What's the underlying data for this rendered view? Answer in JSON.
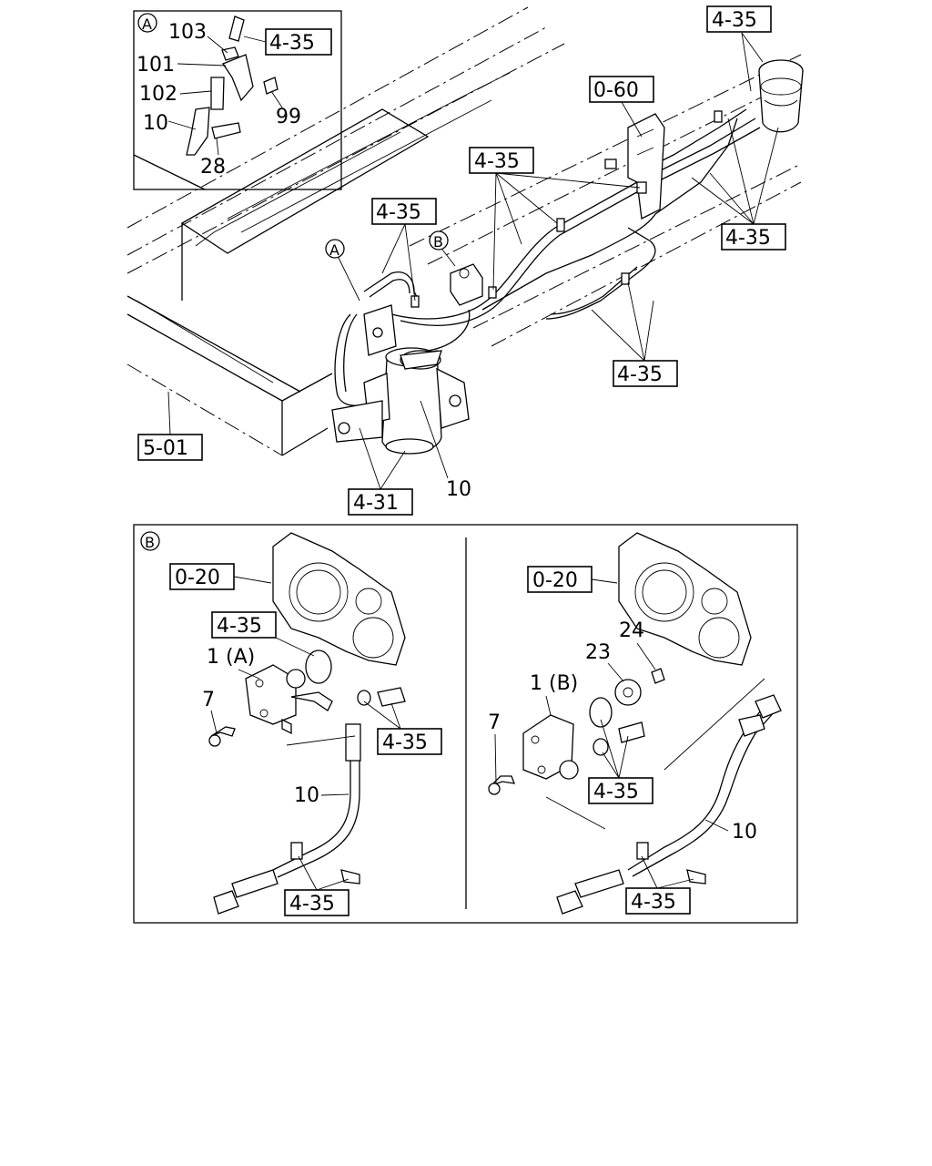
{
  "top": {
    "callout_a": {
      "letter": "A",
      "parts": {
        "p103": "103",
        "p101": "101",
        "p102": "102",
        "p10": "10",
        "p28": "28",
        "p99": "99"
      },
      "ref": "4-35"
    },
    "refs": {
      "r1": "4-35",
      "r2": "0-60",
      "r3": "4-35",
      "r4": "4-35",
      "r5": "4-35",
      "r6": "4-35",
      "r7": "5-01",
      "r8": "4-31"
    },
    "marker_a": "A",
    "marker_b": "B",
    "part_10": "10"
  },
  "bottom": {
    "letter": "B",
    "left": {
      "ref_020": "0-20",
      "ref_435a": "4-35",
      "ref_435b": "4-35",
      "ref_435c": "4-35",
      "p1": "1 (A)",
      "p7": "7",
      "p10": "10"
    },
    "right": {
      "ref_020": "0-20",
      "ref_435a": "4-35",
      "ref_435b": "4-35",
      "p1": "1 (B)",
      "p7": "7",
      "p10": "10",
      "p23": "23",
      "p24": "24"
    }
  }
}
